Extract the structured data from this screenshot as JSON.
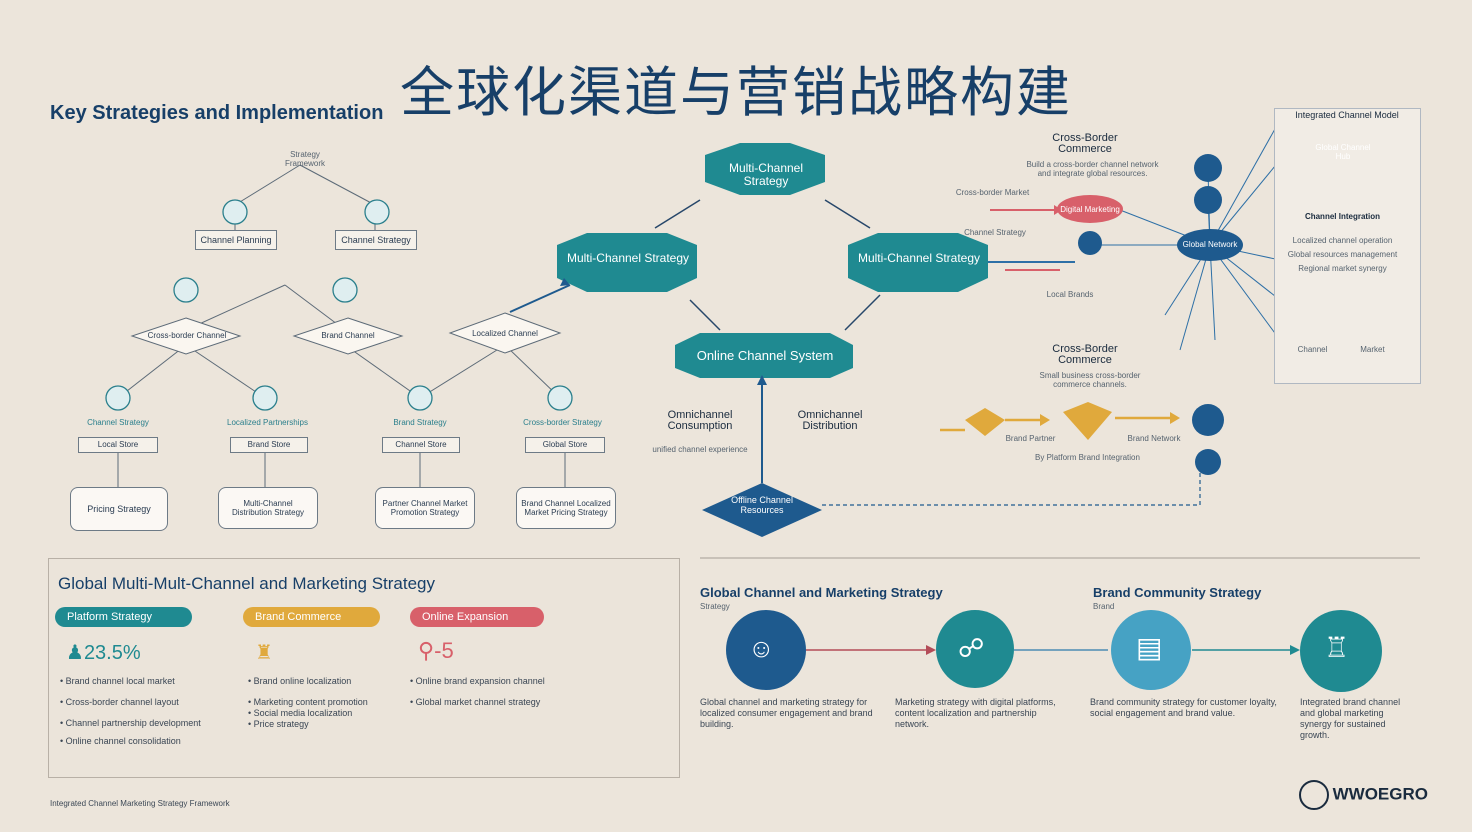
{
  "title": "全球化渠道与营销战略构建",
  "subtitle": "Key Strategies and Implementation",
  "tree": {
    "root_label": "Strategy Framework",
    "mid_boxes": [
      "Channel Planning",
      "Channel Strategy"
    ],
    "diamonds": [
      "Cross-border Channel",
      "Brand Channel",
      "Localized Channel"
    ],
    "leaf_labels": [
      "Channel Strategy",
      "Localized Partnerships",
      "Brand Strategy",
      "Cross-border Strategy"
    ],
    "leaf_boxes": [
      "Local Store",
      "Brand Store",
      "Channel Store",
      "Global Store"
    ],
    "bottom_boxes": [
      "Pricing Strategy",
      "Multi-Channel Distribution Strategy",
      "Partner Channel Market Promotion Strategy",
      "Brand Channel Localized Market Pricing Strategy"
    ]
  },
  "center": {
    "hex_top": "Multi-Channel Strategy",
    "hex_left": "Multi-Channel Strategy",
    "hex_right": "Multi-Channel Strategy",
    "hex_center": "Online Channel System",
    "hex_bottom": "Offline Channel Resources",
    "left_caption": "Omnichannel Consumption",
    "left_caption_sub": "unified channel experience",
    "right_caption": "Omnichannel Distribution"
  },
  "right_top": {
    "title": "Cross-Border Commerce",
    "desc": "Build a cross-border channel network and integrate global resources.",
    "hub": "Global Network",
    "labels": [
      "Cross-border Market",
      "Channel Strategy",
      "Digital Marketing",
      "Local Brands"
    ]
  },
  "right_mid": {
    "title": "Cross-Border Commerce",
    "desc": "Small business cross-border commerce channels.",
    "labels": [
      "Brand Partner",
      "Brand Network",
      "By Platform Brand Integration"
    ]
  },
  "side_panel": {
    "title": "Integrated Channel Model",
    "top_box": "Global Channel Hub",
    "mid_title": "Channel Integration",
    "mid_lines": [
      "Localized channel operation",
      "Global resources management",
      "Regional market synergy"
    ],
    "icons": [
      "Channel",
      "Market"
    ]
  },
  "bottom_left": {
    "title": "Global Multi-Mult-Channel and Marketing Strategy",
    "pills": [
      {
        "label": "Platform Strategy",
        "color": "#1f8a91"
      },
      {
        "label": "Brand Commerce",
        "color": "#e0a93c"
      },
      {
        "label": "Online Expansion",
        "color": "#d8606a"
      }
    ],
    "stats": [
      "23.5%",
      "",
      "-5"
    ],
    "col1": [
      "Brand channel local market",
      "Cross-border channel layout",
      "Channel partnership development",
      "Online channel consolidation"
    ],
    "col2": [
      "Brand online localization",
      "Marketing content promotion",
      "Social media localization",
      "Price strategy"
    ],
    "col3": [
      "Online brand expansion channel",
      "Global market channel strategy"
    ]
  },
  "bottom_right": {
    "left_title": "Global Channel and Marketing Strategy",
    "left_sub": "Strategy",
    "right_title": "Brand Community Strategy",
    "right_sub": "Brand",
    "descs": [
      "Global channel and marketing strategy for localized consumer engagement and brand building.",
      "Marketing strategy with digital platforms, content localization and partnership network.",
      "Brand community strategy for customer loyalty, social engagement and brand value.",
      "Integrated brand channel and global marketing synergy for sustained growth."
    ],
    "icon_names": [
      "team-icon",
      "network-icon",
      "document-icon",
      "building-icon"
    ],
    "icon_colors": [
      "#1e5a8e",
      "#1f8a91",
      "#46a2c4",
      "#1f8a91"
    ]
  },
  "footer": "Integrated Channel Marketing Strategy Framework",
  "logo": "WWOEGRO",
  "colors": {
    "teal": "#1f8a91",
    "navy": "#173f68",
    "red": "#d8606a",
    "amber": "#e0a93c",
    "blue": "#1e5a8e"
  }
}
